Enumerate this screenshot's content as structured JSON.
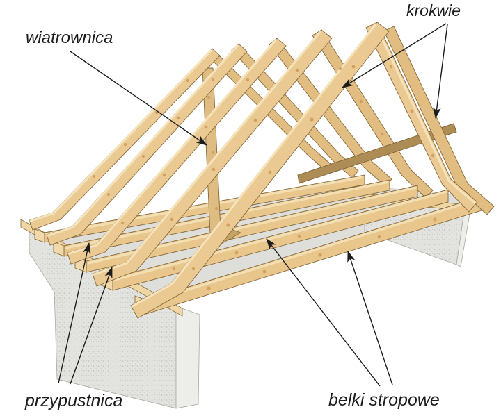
{
  "diagram": {
    "subject": "roof-truss-structure",
    "labels": {
      "wiatrownica": "wiatrownica",
      "krokwie": "krokwie",
      "przypustnica": "przypustnica",
      "belki_stropowe": "belki stropowe"
    },
    "colors": {
      "background": "#FFFFFF",
      "wood_face": "#EBC993",
      "wood_far": "#E2BD81",
      "wood_beam": "#E8C68C",
      "wood_highlight": "#F5E3BC",
      "wood_brace": "#DFBC82",
      "wood_brace_dark": "#AE8C56",
      "wood_edge": "#86683C",
      "knot": "#CE9A56",
      "wall_gray": "#E3E3E0",
      "wall_end_gray": "#EDEDEA",
      "slab_gray": "#DEDEDB",
      "text": "#1C1C1C",
      "arrow": "#1C1C1C"
    }
  }
}
